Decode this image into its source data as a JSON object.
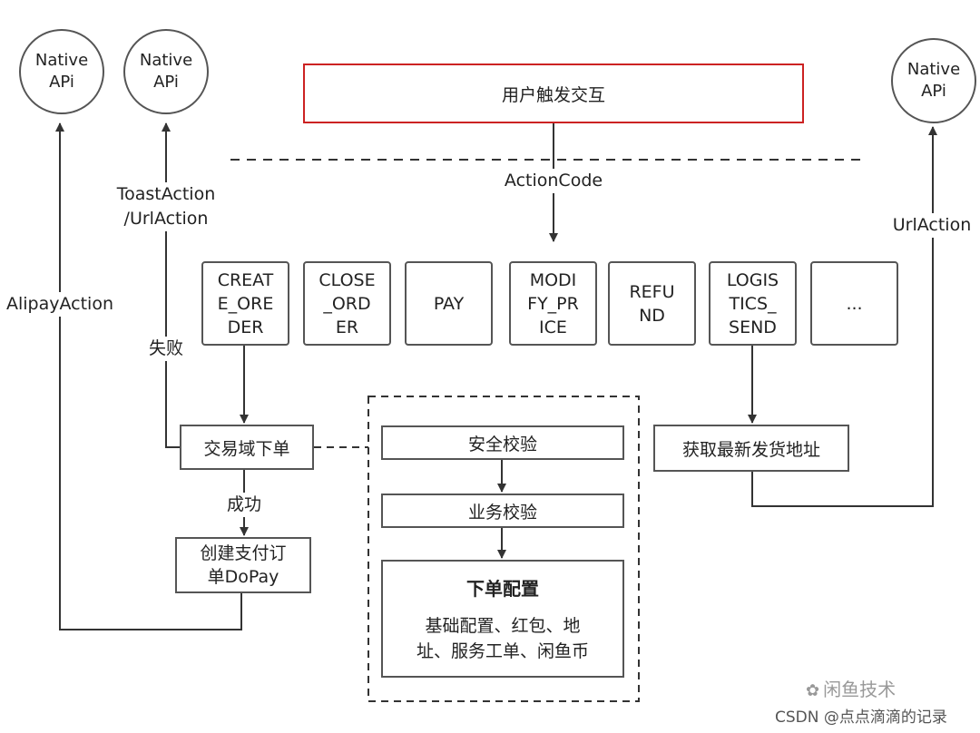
{
  "native_api": [
    "Native\nAPi",
    "Native\nAPi",
    "Native\nAPi"
  ],
  "user_trigger": "用户触发交互",
  "action_code": "ActionCode",
  "actions": [
    "CREAT\nE_ORE\nDER",
    "CLOSE\n_ORD\nER",
    "PAY",
    "MODI\nFY_PR\nICE",
    "REFU\nND",
    "LOGIS\nTICS_\nSEND",
    "..."
  ],
  "labels": {
    "toast_url": "ToastAction\n/UrlAction",
    "alipay": "AlipayAction",
    "url_action": "UrlAction",
    "fail": "失败",
    "success": "成功"
  },
  "trade_order": "交易域下单",
  "create_pay": "创建支付订\n单DoPay",
  "get_address": "获取最新发货地址",
  "security_check": "安全校验",
  "business_check": "业务校验",
  "order_config": {
    "title": "下单配置",
    "body": "基础配置、红包、地\n址、服务工单、闲鱼币"
  },
  "watermark": {
    "brand": "闲鱼技术",
    "csdn": "CSDN @点点滴滴的记录"
  },
  "colors": {
    "line": "#333333",
    "border": "#555555",
    "highlight": "#cc2222"
  }
}
